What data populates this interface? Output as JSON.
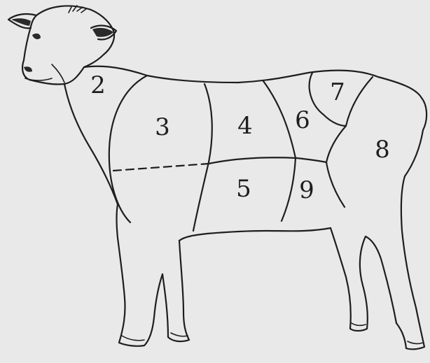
{
  "diagram": {
    "regions": [
      {
        "id": "2",
        "label": "2"
      },
      {
        "id": "3",
        "label": "3"
      },
      {
        "id": "4",
        "label": "4"
      },
      {
        "id": "5",
        "label": "5"
      },
      {
        "id": "6",
        "label": "6"
      },
      {
        "id": "7",
        "label": "7"
      },
      {
        "id": "8",
        "label": "8"
      },
      {
        "id": "9",
        "label": "9"
      }
    ]
  },
  "colors": {
    "background": "#e9e9e9",
    "ink": "#1e1e1e"
  }
}
